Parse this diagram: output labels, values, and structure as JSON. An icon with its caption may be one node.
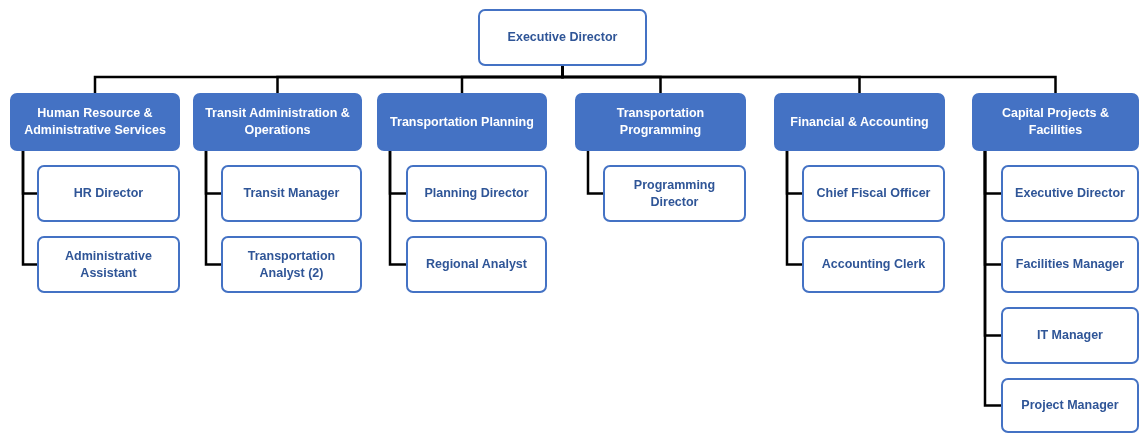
{
  "diagram": {
    "nodes": [
      {
        "text": [
          "Executive Director"
        ]
      },
      {
        "text": [
          "Human Resource & Administrative Services"
        ]
      },
      {
        "text": [
          "HR Director"
        ]
      },
      {
        "text": [
          "Administrative Assistant"
        ]
      },
      {
        "text": [
          "Transit Administration & Operations"
        ]
      },
      {
        "text": [
          "Transit Manager"
        ]
      },
      {
        "text": [
          "Transportation Analyst (2)"
        ]
      },
      {
        "text": [
          "Transportation Planning"
        ]
      },
      {
        "text": [
          "Planning Director"
        ]
      },
      {
        "text": [
          "Regional Analyst"
        ]
      },
      {
        "text": [
          "Transportation Programming"
        ]
      },
      {
        "text": [
          "Programming Director"
        ]
      },
      {
        "text": [
          "Financial & Accounting"
        ]
      },
      {
        "text": [
          "Chief Fiscal Officer"
        ]
      },
      {
        "text": [
          "Accounting Clerk"
        ]
      },
      {
        "text": [
          "Capital Projects & Facilities"
        ]
      },
      {
        "text": [
          "Executive Director"
        ]
      },
      {
        "text": [
          "Facilities Manager"
        ]
      },
      {
        "text": [
          "IT Manager"
        ]
      },
      {
        "text": [
          "Project Manager"
        ]
      }
    ],
    "edges": [
      {
        "from": 0,
        "to": 1,
        "arrow": "none"
      },
      {
        "from": 0,
        "to": 4,
        "arrow": "none"
      },
      {
        "from": 0,
        "to": 7,
        "arrow": "none"
      },
      {
        "from": 0,
        "to": 10,
        "arrow": "none"
      },
      {
        "from": 0,
        "to": 12,
        "arrow": "none"
      },
      {
        "from": 0,
        "to": 15,
        "arrow": "none"
      },
      {
        "from": 1,
        "to": 2,
        "arrow": "none"
      },
      {
        "from": 1,
        "to": 3,
        "arrow": "none"
      },
      {
        "from": 4,
        "to": 5,
        "arrow": "none"
      },
      {
        "from": 4,
        "to": 6,
        "arrow": "none"
      },
      {
        "from": 7,
        "to": 8,
        "arrow": "none"
      },
      {
        "from": 7,
        "to": 9,
        "arrow": "none"
      },
      {
        "from": 10,
        "to": 11,
        "arrow": "none"
      },
      {
        "from": 12,
        "to": 13,
        "arrow": "none"
      },
      {
        "from": 12,
        "to": 14,
        "arrow": "none"
      },
      {
        "from": 15,
        "to": 16,
        "arrow": "none"
      },
      {
        "from": 15,
        "to": 17,
        "arrow": "none"
      },
      {
        "from": 15,
        "to": 18,
        "arrow": "none"
      },
      {
        "from": 15,
        "to": 19,
        "arrow": "none"
      }
    ]
  }
}
